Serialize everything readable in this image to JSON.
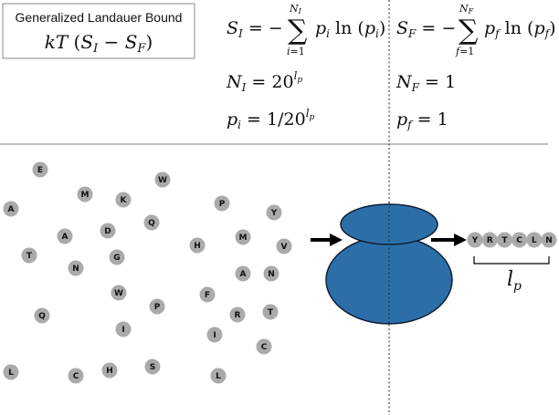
{
  "title_box": {
    "title": "Generalized Landauer Bound",
    "formula": "kT (S_I − S_F)"
  },
  "initial_eqs": {
    "entropy_lhs": "S_I = −",
    "sum_upper": "N_I",
    "sum_lower": "i=1",
    "entropy_rhs": "p_i ln (p_i)",
    "count": "N_I = 20^{l_p}",
    "prob": "p_i = 1/20^{l_p}"
  },
  "final_eqs": {
    "entropy_lhs": "S_F = −",
    "sum_upper": "N_F",
    "sum_lower": "f=1",
    "entropy_rhs": "p_f ln (p_f)",
    "count": "N_F = 1",
    "prob": "p_f = 1"
  },
  "pool_letters": [
    "E",
    "W",
    "M",
    "K",
    "A",
    "P",
    "Y",
    "D",
    "Q",
    "A",
    "M",
    "V",
    "H",
    "T",
    "G",
    "A",
    "N",
    "N",
    "F",
    "W",
    "P",
    "Q",
    "R",
    "T",
    "I",
    "I",
    "C",
    "L",
    "C",
    "H",
    "S",
    "L"
  ],
  "chain_letters": [
    "Y",
    "R",
    "T",
    "C",
    "L",
    "N"
  ],
  "chain_length_label": "l_p",
  "colors": {
    "ball": "#aaaaaa",
    "ribosome": "#2c6fa8",
    "ribosome_edge": "#0f1f33",
    "divider": "#999999"
  }
}
